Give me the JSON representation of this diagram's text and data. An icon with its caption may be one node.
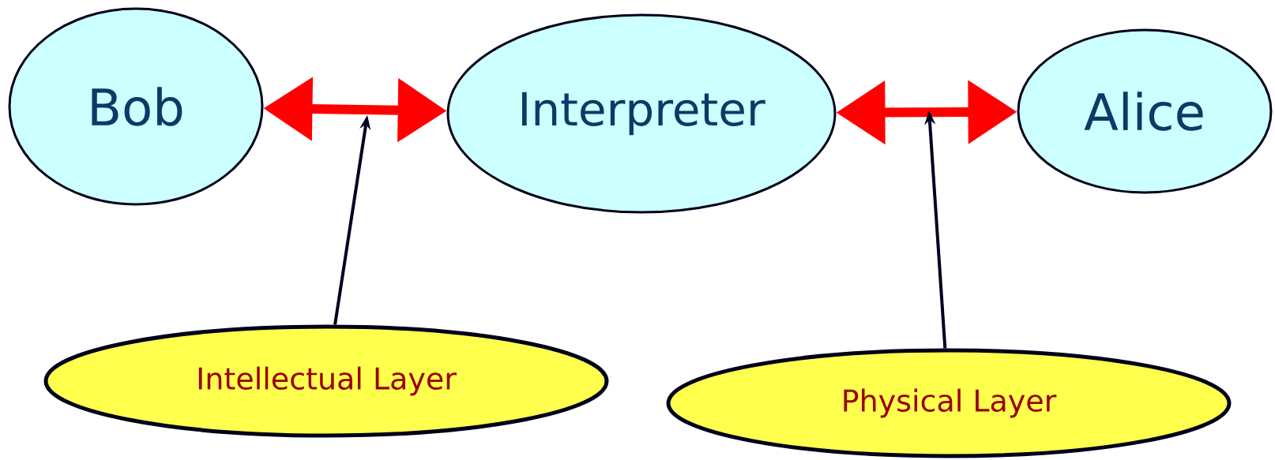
{
  "diagram": {
    "nodes": [
      {
        "text": [
          "Bob"
        ]
      },
      {
        "text": [
          "Interpreter"
        ]
      },
      {
        "text": [
          "Alice"
        ]
      },
      {
        "text": [
          "Intellectual Layer"
        ]
      },
      {
        "text": [
          "Physical Layer"
        ]
      }
    ],
    "edges": [
      {
        "from": 0,
        "to": 1,
        "arrow": "both",
        "style": "thick",
        "color": "#ff0000"
      },
      {
        "from": 1,
        "to": 2,
        "arrow": "both",
        "style": "thick",
        "color": "#ff0000"
      },
      {
        "from": 3,
        "to": null,
        "arrow": "to",
        "color": "#000022"
      },
      {
        "from": 4,
        "to": null,
        "arrow": "to",
        "color": "#000022"
      }
    ]
  }
}
